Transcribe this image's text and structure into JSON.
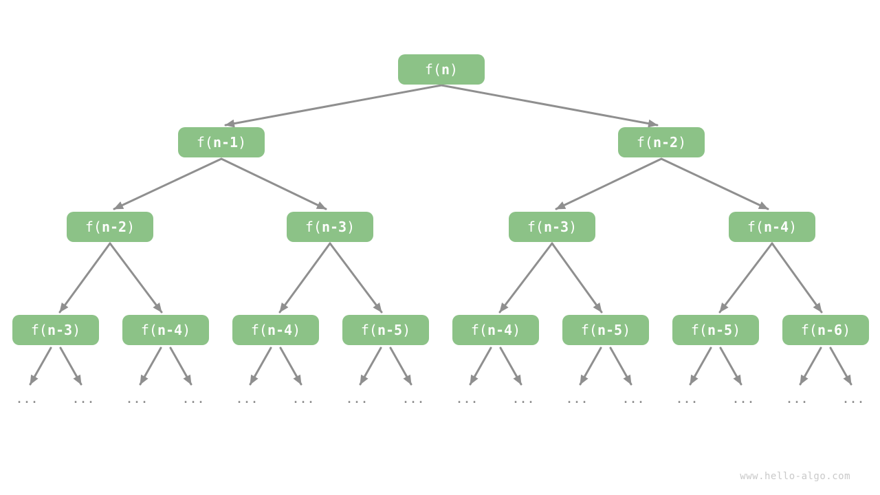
{
  "diagram": {
    "type": "recursion-tree",
    "notation": {
      "prefix": "f(",
      "suffix": ")"
    },
    "nodes": [
      {
        "id": "n0",
        "level": 0,
        "label": "f(n)",
        "arg": "n"
      },
      {
        "id": "n1a",
        "level": 1,
        "label": "f(n-1)",
        "arg": "n-1"
      },
      {
        "id": "n1b",
        "level": 1,
        "label": "f(n-2)",
        "arg": "n-2"
      },
      {
        "id": "n2a",
        "level": 2,
        "label": "f(n-2)",
        "arg": "n-2"
      },
      {
        "id": "n2b",
        "level": 2,
        "label": "f(n-3)",
        "arg": "n-3"
      },
      {
        "id": "n2c",
        "level": 2,
        "label": "f(n-3)",
        "arg": "n-3"
      },
      {
        "id": "n2d",
        "level": 2,
        "label": "f(n-4)",
        "arg": "n-4"
      },
      {
        "id": "n3a",
        "level": 3,
        "label": "f(n-3)",
        "arg": "n-3"
      },
      {
        "id": "n3b",
        "level": 3,
        "label": "f(n-4)",
        "arg": "n-4"
      },
      {
        "id": "n3c",
        "level": 3,
        "label": "f(n-4)",
        "arg": "n-4"
      },
      {
        "id": "n3d",
        "level": 3,
        "label": "f(n-5)",
        "arg": "n-5"
      },
      {
        "id": "n3e",
        "level": 3,
        "label": "f(n-4)",
        "arg": "n-4"
      },
      {
        "id": "n3f",
        "level": 3,
        "label": "f(n-5)",
        "arg": "n-5"
      },
      {
        "id": "n3g",
        "level": 3,
        "label": "f(n-5)",
        "arg": "n-5"
      },
      {
        "id": "n3h",
        "level": 3,
        "label": "f(n-6)",
        "arg": "n-6"
      }
    ],
    "edges": [
      [
        "n0",
        "n1a"
      ],
      [
        "n0",
        "n1b"
      ],
      [
        "n1a",
        "n2a"
      ],
      [
        "n1a",
        "n2b"
      ],
      [
        "n1b",
        "n2c"
      ],
      [
        "n1b",
        "n2d"
      ],
      [
        "n2a",
        "n3a"
      ],
      [
        "n2a",
        "n3b"
      ],
      [
        "n2b",
        "n3c"
      ],
      [
        "n2b",
        "n3d"
      ],
      [
        "n2c",
        "n3e"
      ],
      [
        "n2c",
        "n3f"
      ],
      [
        "n2d",
        "n3g"
      ],
      [
        "n2d",
        "n3h"
      ]
    ],
    "ellipsis": "...",
    "ellipsis_leaf_count": 16,
    "colors": {
      "node_fill": "#8CC287",
      "node_text": "#ffffff",
      "edge": "#8f8f8f",
      "ellipsis": "#8a8a8a",
      "watermark": "#c9c9c9"
    }
  },
  "watermark": "www.hello-algo.com"
}
